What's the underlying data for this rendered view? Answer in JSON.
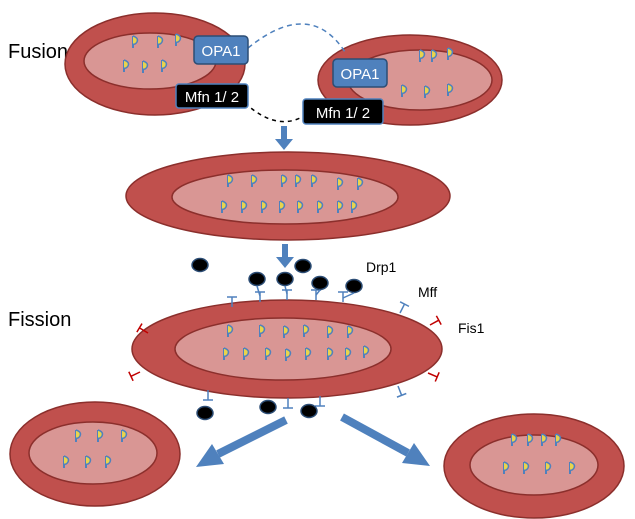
{
  "labels": {
    "fusion": "Fusion",
    "fission": "Fission",
    "opa1_left": "OPA1",
    "opa1_right": "OPA1",
    "mfn_left": "Mfn 1/ 2",
    "mfn_right": "Mfn 1/ 2",
    "drp1": "Drp1",
    "mff": "Mff",
    "fis1": "Fis1"
  },
  "colors": {
    "outer_membrane": "#c0504d",
    "outer_stroke": "#8b2f2c",
    "inner_matrix": "#d99694",
    "opa1_box": "#4f81bd",
    "mfn_box": "#000000",
    "arrow": "#4f81bd",
    "drp1_dot": "#000000",
    "mff_receptor": "#4f81bd",
    "fis1_receptor": "#c00000",
    "crista_blue": "#4f81bd",
    "crista_yellow": "#e8d44d"
  }
}
